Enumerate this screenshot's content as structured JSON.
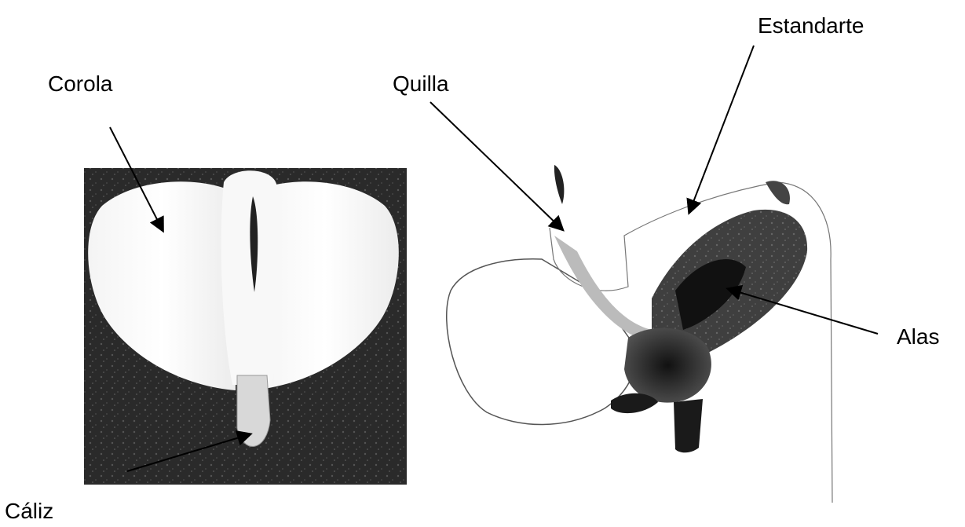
{
  "labels": {
    "corola": "Corola",
    "caliz": "Cáliz",
    "quilla": "Quilla",
    "estandarte": "Estandarte",
    "alas": "Alas"
  },
  "colors": {
    "background": "#ffffff",
    "photo_dark": "#1c1c1c",
    "petal": "#ffffff",
    "ink": "#000000"
  }
}
